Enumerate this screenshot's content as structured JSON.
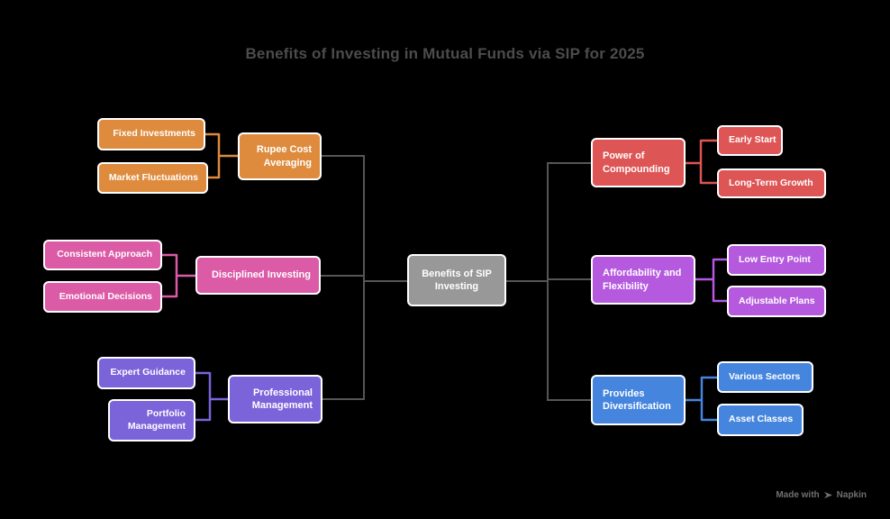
{
  "title": "Benefits of Investing in Mutual Funds via SIP for 2025",
  "center": {
    "label": "Benefits of SIP Investing",
    "color": "#989898"
  },
  "branches": [
    {
      "label": "Rupee Cost Averaging",
      "color": "#de8b3e",
      "side": "left",
      "children": [
        {
          "label": "Fixed Investments"
        },
        {
          "label": "Market Fluctuations"
        }
      ]
    },
    {
      "label": "Disciplined Investing",
      "color": "#dc5ba6",
      "side": "left",
      "children": [
        {
          "label": "Consistent Approach"
        },
        {
          "label": "Emotional Decisions"
        }
      ]
    },
    {
      "label": "Professional Management",
      "color": "#7b63da",
      "side": "left",
      "children": [
        {
          "label": "Expert Guidance"
        },
        {
          "label": "Portfolio Management"
        }
      ]
    },
    {
      "label": "Power of Compounding",
      "color": "#de5555",
      "side": "right",
      "children": [
        {
          "label": "Early Start"
        },
        {
          "label": "Long-Term Growth"
        }
      ]
    },
    {
      "label": "Affordability and Flexibility",
      "color": "#b55ade",
      "side": "right",
      "children": [
        {
          "label": "Low Entry Point"
        },
        {
          "label": "Adjustable Plans"
        }
      ]
    },
    {
      "label": "Provides Diversification",
      "color": "#4585de",
      "side": "right",
      "children": [
        {
          "label": "Various Sectors"
        },
        {
          "label": "Asset Classes"
        }
      ]
    }
  ],
  "watermark": {
    "prefix": "Made with",
    "brand": "Napkin"
  },
  "colors": {
    "background": "#000000",
    "title_text": "#4c4c4c",
    "node_text": "#ffffff",
    "node_border": "#ffffff",
    "connector_gray": "#555555",
    "watermark_text": "#707070"
  }
}
